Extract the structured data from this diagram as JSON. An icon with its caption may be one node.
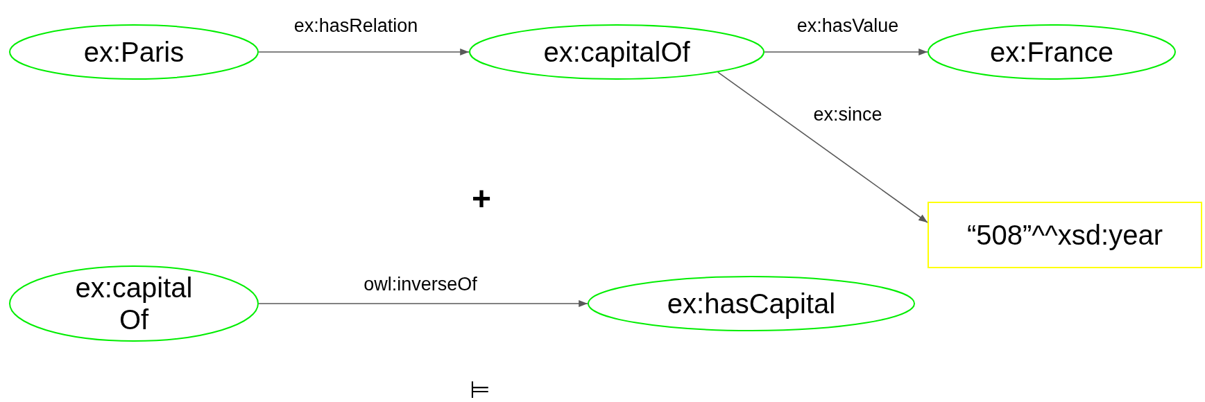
{
  "diagram": {
    "nodes": [
      {
        "text": [
          "ex:Paris"
        ]
      },
      {
        "text": [
          "ex:capitalOf"
        ]
      },
      {
        "text": [
          "ex:France"
        ]
      },
      {
        "text": [
          "“508”^^xsd:year"
        ]
      },
      {
        "text": [
          "ex:capital Of"
        ]
      },
      {
        "text": [
          "ex:hasCapital"
        ]
      }
    ],
    "edges": [
      {
        "from": 0,
        "to": 1,
        "arrow": "to",
        "label": "ex:hasRelation"
      },
      {
        "from": 1,
        "to": 2,
        "arrow": "to",
        "label": "ex:hasValue"
      },
      {
        "from": 1,
        "to": 3,
        "arrow": "to",
        "label": "ex:since"
      },
      {
        "from": 4,
        "to": 5,
        "arrow": "to",
        "label": "owl:inverseOf"
      }
    ],
    "labels": [
      "+",
      "⊨"
    ]
  }
}
